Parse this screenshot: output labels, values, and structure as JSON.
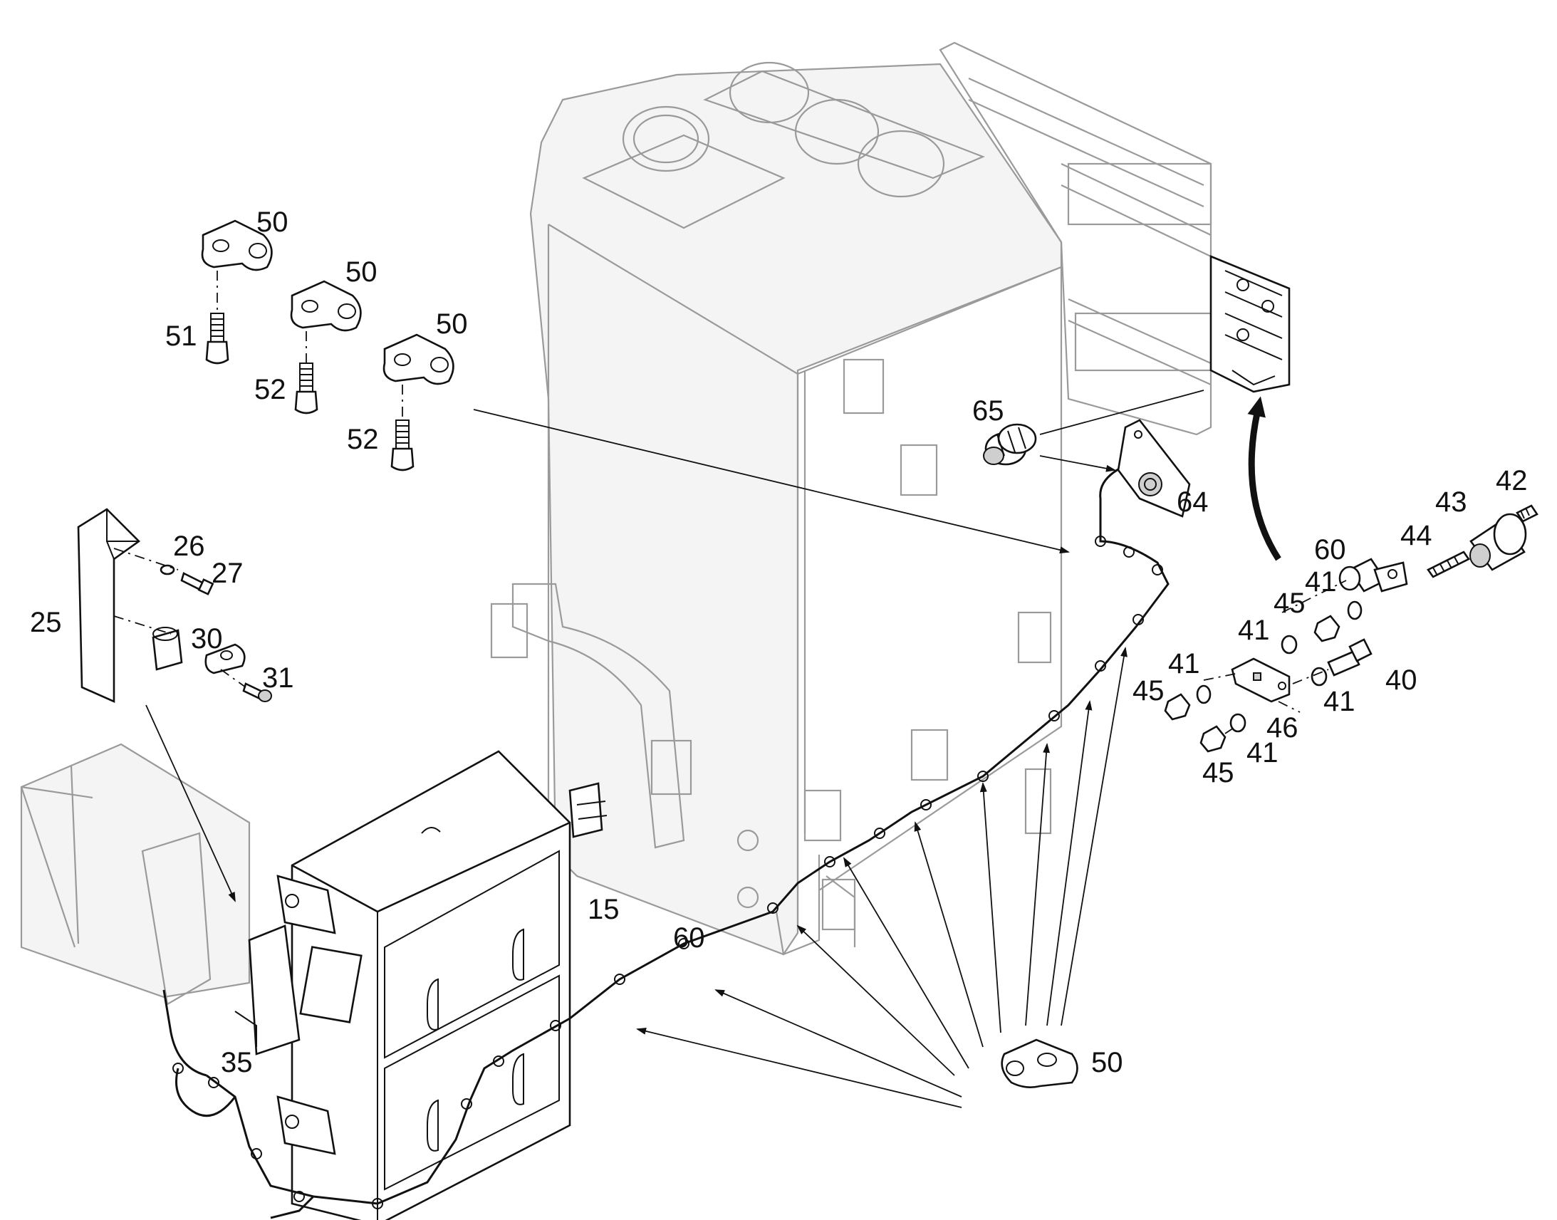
{
  "callouts": [
    {
      "id": "c50a",
      "text": "50"
    },
    {
      "id": "c50b",
      "text": "50"
    },
    {
      "id": "c50c",
      "text": "50"
    },
    {
      "id": "c51",
      "text": "51"
    },
    {
      "id": "c52a",
      "text": "52"
    },
    {
      "id": "c52b",
      "text": "52"
    },
    {
      "id": "c65",
      "text": "65"
    },
    {
      "id": "c64",
      "text": "64"
    },
    {
      "id": "c42",
      "text": "42"
    },
    {
      "id": "c43",
      "text": "43"
    },
    {
      "id": "c44",
      "text": "44"
    },
    {
      "id": "c60a",
      "text": "60"
    },
    {
      "id": "c41a",
      "text": "41"
    },
    {
      "id": "c45a",
      "text": "45"
    },
    {
      "id": "c41b",
      "text": "41"
    },
    {
      "id": "c41c",
      "text": "41"
    },
    {
      "id": "c45b",
      "text": "45"
    },
    {
      "id": "c40",
      "text": "40"
    },
    {
      "id": "c41d",
      "text": "41"
    },
    {
      "id": "c46",
      "text": "46"
    },
    {
      "id": "c45c",
      "text": "45"
    },
    {
      "id": "c41e",
      "text": "41"
    },
    {
      "id": "c26",
      "text": "26"
    },
    {
      "id": "c27",
      "text": "27"
    },
    {
      "id": "c25",
      "text": "25"
    },
    {
      "id": "c30",
      "text": "30"
    },
    {
      "id": "c31",
      "text": "31"
    },
    {
      "id": "c15",
      "text": "15"
    },
    {
      "id": "c60b",
      "text": "60"
    },
    {
      "id": "c35",
      "text": "35"
    },
    {
      "id": "c50d",
      "text": "50"
    }
  ]
}
